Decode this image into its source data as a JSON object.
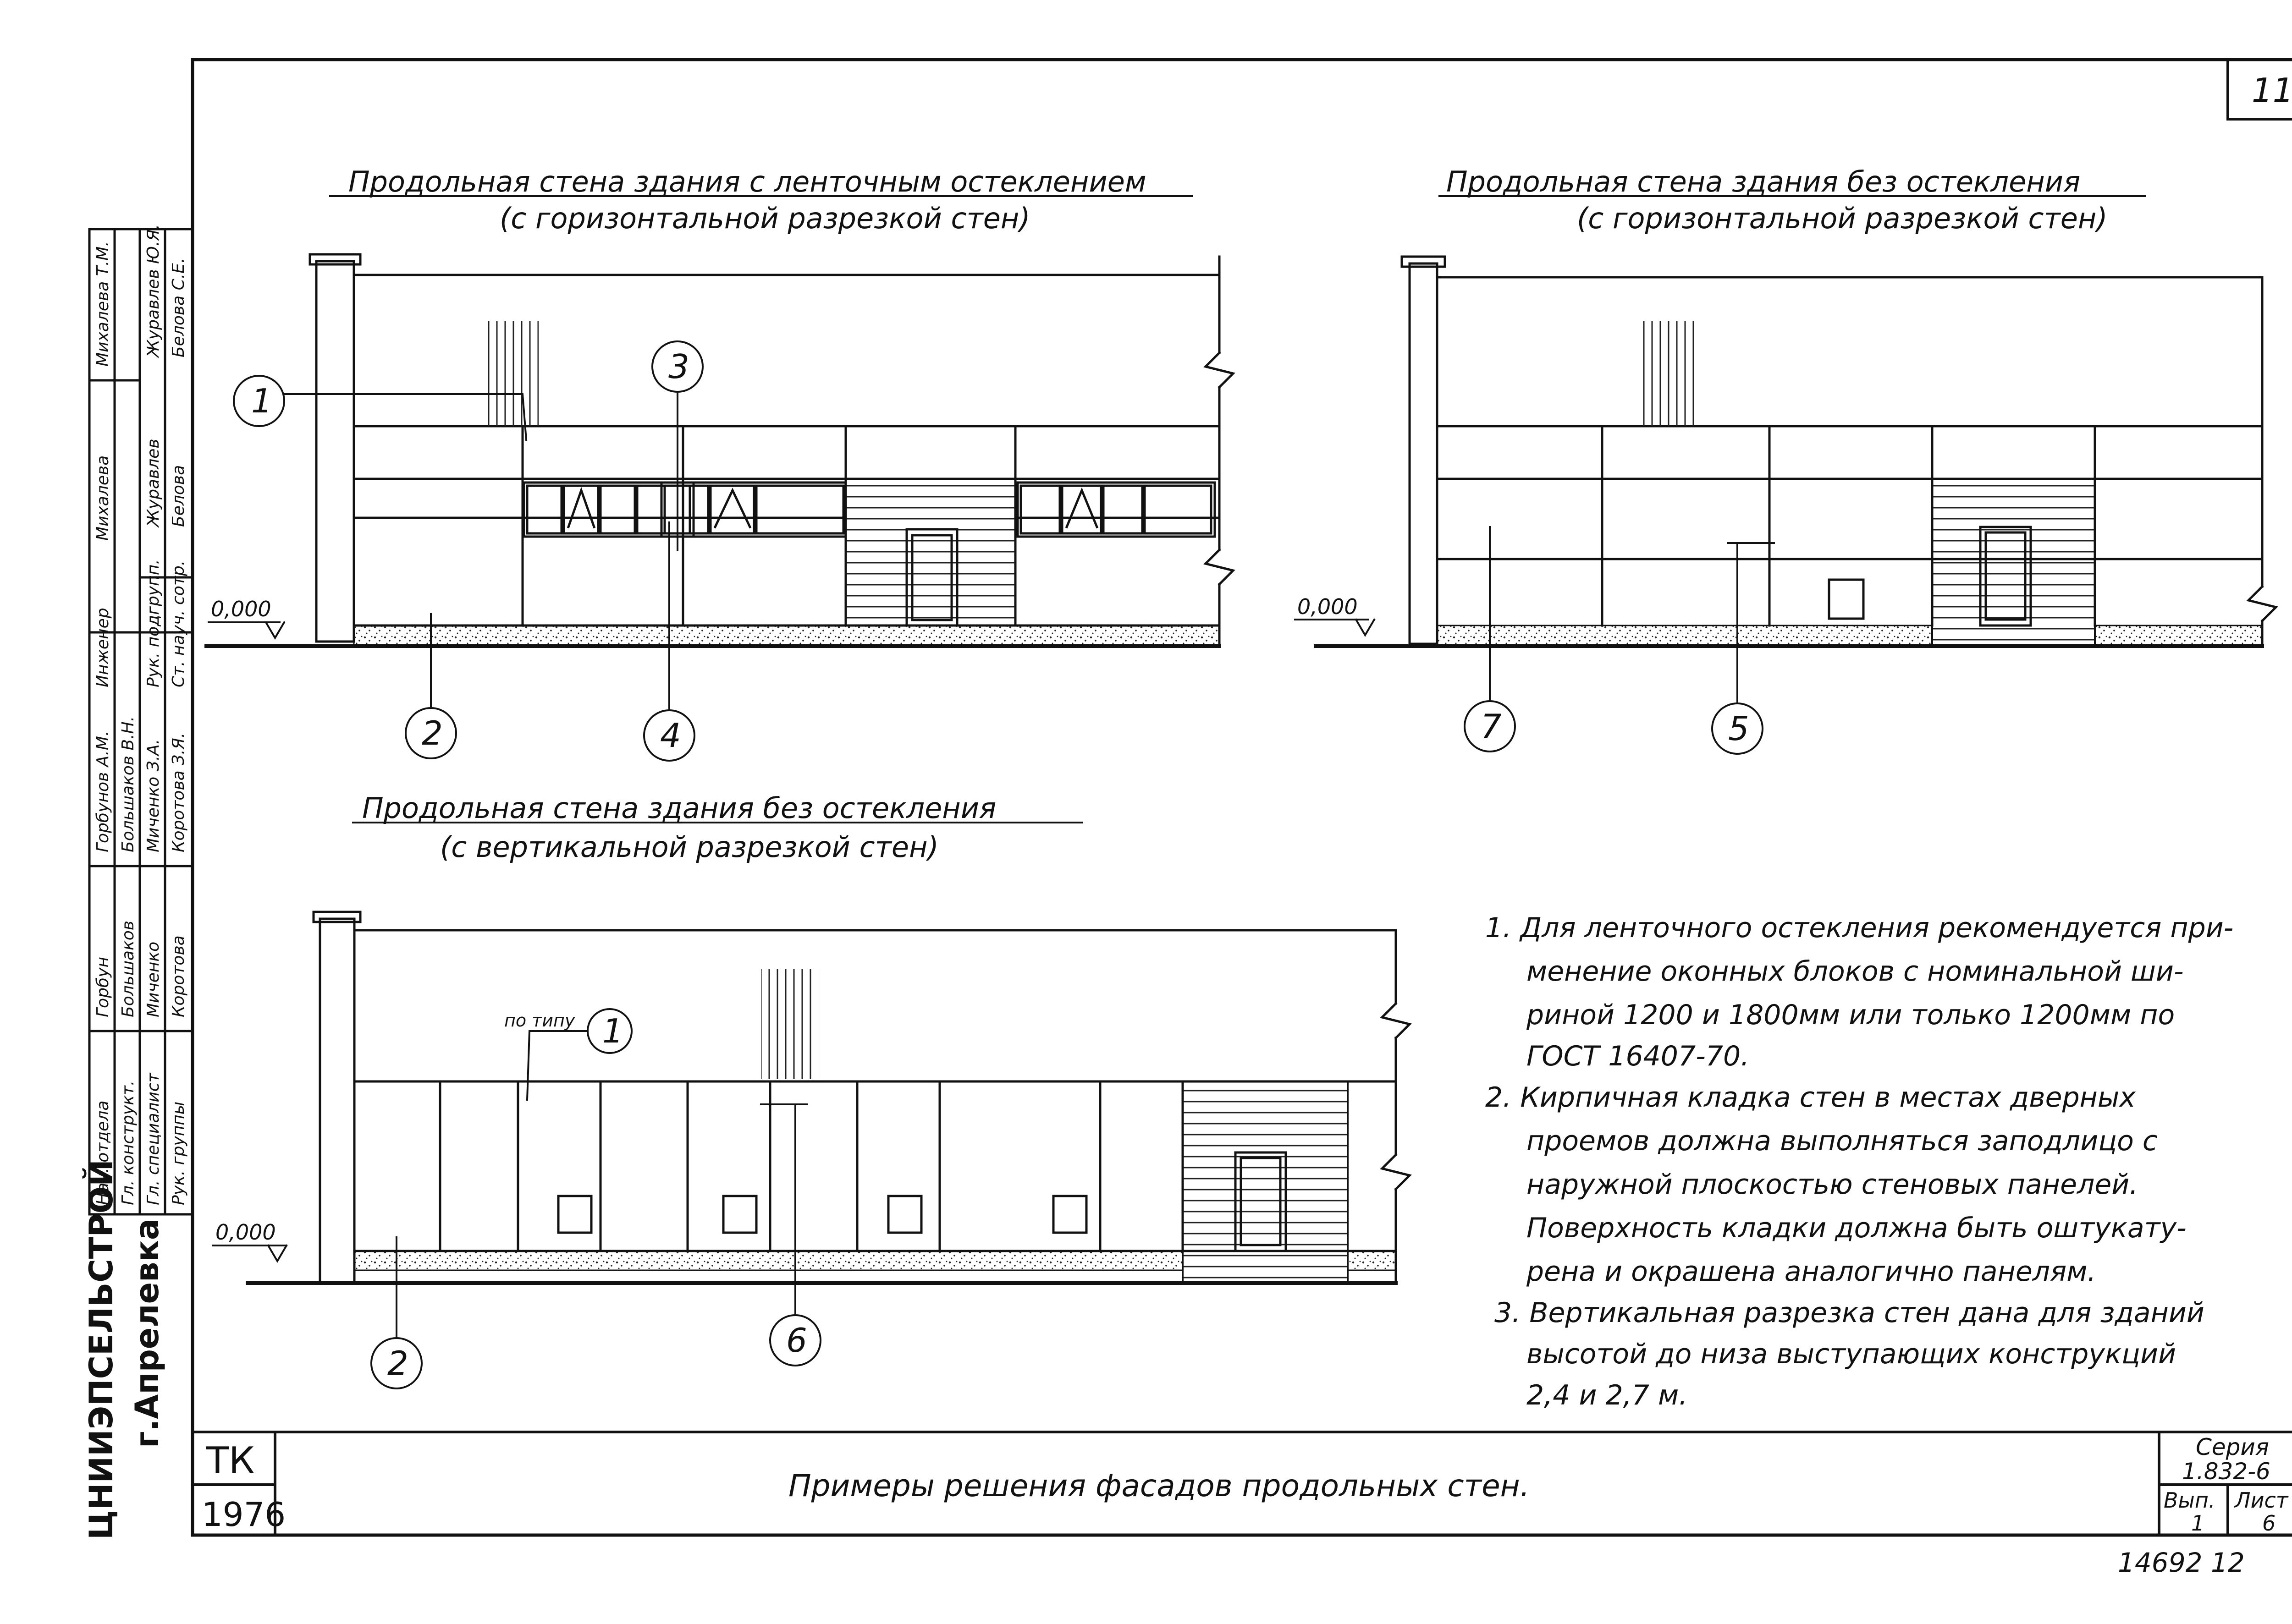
{
  "sheet_number": "11",
  "drawings": {
    "top_left": {
      "title": "Продольная стена здания с ленточным остеклением",
      "subtitle": "(с горизонтальной разрезкой стен)",
      "level": "0,000",
      "callouts": [
        "1",
        "3",
        "2",
        "4"
      ]
    },
    "top_right": {
      "title": "Продольная стена здания без остекления",
      "subtitle": "(с горизонтальной разрезкой стен)",
      "level": "0,000",
      "callouts": [
        "7",
        "5"
      ]
    },
    "bottom": {
      "title": "Продольная стена здания без остекления",
      "subtitle": "(с вертикальной разрезкой стен)",
      "level": "0,000",
      "callouts": [
        "1",
        "2",
        "6"
      ],
      "leader_label": "по типу"
    }
  },
  "notes": [
    "1. Для ленточного остекления рекомендуется при-",
    "менение оконных блоков с номинальной ши-",
    "риной 1200 и 1800мм или только 1200мм по",
    "ГОСТ 16407-70.",
    "2. Кирпичная кладка стен в местах дверных",
    "проемов должна выполняться заподлицо с",
    "наружной плоскостью стеновых панелей.",
    "Поверхность кладки должна быть оштукату-",
    "рена и окрашена аналогично панелям.",
    "3. Вертикальная разрезка стен дана для зданий",
    "высотой до низа выступающих конструкций",
    "2,4 и 2,7 м."
  ],
  "title_block": {
    "organization": "ЦНИИЭПСЕЛЬСТРОЙ",
    "city": "г.Апрелевка",
    "code": "ТК",
    "year": "1976",
    "drawing_title": "Примеры решения фасадов продольных стен.",
    "series_label": "Серия",
    "series_value": "1.832-6",
    "issue_label": "Вып.",
    "issue_value": "1",
    "sheet_label": "Лист",
    "sheet_value": "6",
    "bottom_numbers": "14692  12",
    "staff_columns": [
      {
        "role": "Нач. отдела",
        "name": "Горбунов А.М.",
        "signature": "Горбун"
      },
      {
        "role": "Гл. конструкт.",
        "name": "Большаков В.Н.",
        "signature": "Большаков"
      },
      {
        "role": "Гл. специалист",
        "name": "Миченко З.А.",
        "signature": "Миченко"
      },
      {
        "role": "Рук. группы",
        "name": "Коротова З.Я.",
        "signature": "Коротова"
      },
      {
        "role": "Инженер",
        "name": "Михалева Т.М.",
        "signature": "Михалева"
      },
      {
        "role": "Рук. подгрупп.",
        "name": "Журавлев Ю.Я.",
        "signature": "Журавлев"
      },
      {
        "role": "Ст. науч. сотр.",
        "name": "Белова С.Е.",
        "signature": "Белова"
      }
    ]
  }
}
